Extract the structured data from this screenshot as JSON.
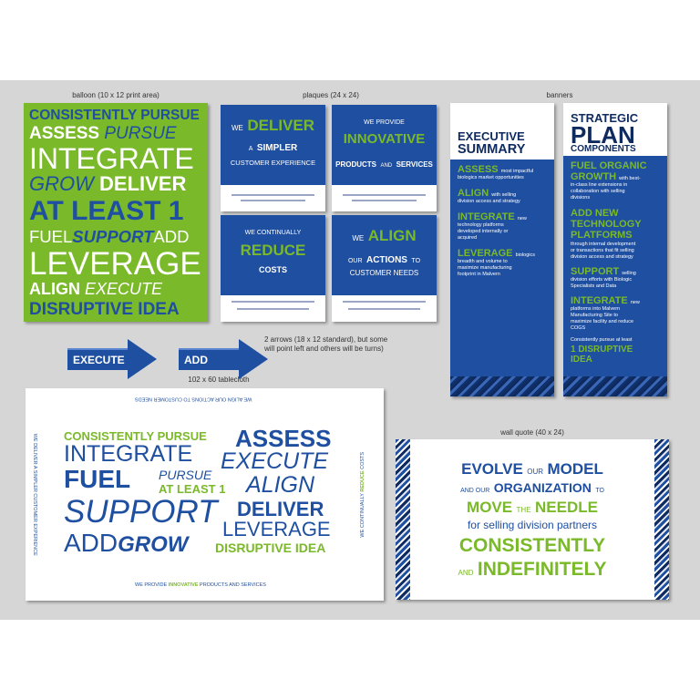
{
  "colors": {
    "blue": "#1f4fa0",
    "green": "#7ab929",
    "board": "#d6d6d6"
  },
  "captions": {
    "balloon": "balloon (10 x 12 print area)",
    "plaques": "plaques (24 x 24)",
    "banners": "banners",
    "arrows": "2 arrows (18 x 12 standard), but some will point left and others will be turns)",
    "tablecloth": "102 x 60 tablecloth",
    "wall": "wall quote (40 x 24)"
  },
  "balloon": {
    "l1": "CONSISTENTLY PURSUE",
    "l2a": "ASSESS",
    "l2b": "PURSUE",
    "l3": "INTEGRATE",
    "l4a": "GROW",
    "l4b": "DELIVER",
    "l5": "AT LEAST 1",
    "l6a": "FUEL",
    "l6b": "SUPPORT",
    "l6c": "ADD",
    "l7": "LEVERAGE",
    "l8a": "ALIGN",
    "l8b": "EXECUTE",
    "l9": "DISRUPTIVE IDEA"
  },
  "plaques": [
    {
      "a": "WE",
      "b": "DELIVER",
      "c": "A",
      "d": "SIMPLER",
      "e": "CUSTOMER EXPERIENCE"
    },
    {
      "a": "WE PROVIDE",
      "b": "INNOVATIVE",
      "c": "PRODUCTS",
      "d": "AND",
      "e": "SERVICES"
    },
    {
      "a": "WE CONTINUALLY",
      "b": "REDUCE",
      "c": "COSTS"
    },
    {
      "a": "WE",
      "b": "ALIGN",
      "c": "OUR",
      "d": "ACTIONS",
      "e": "TO",
      "f": "CUSTOMER NEEDS"
    }
  ],
  "arrows": [
    "EXECUTE",
    "ADD"
  ],
  "banner1": {
    "title1": "EXECUTIVE",
    "title2": "SUMMARY",
    "items": [
      {
        "k": "ASSESS",
        "t1": "most impactful",
        "t2": "biologics market opportunities"
      },
      {
        "k": "ALIGN",
        "t1": "with selling",
        "t2": "division access and strategy"
      },
      {
        "k": "INTEGRATE",
        "t0": "new",
        "t1": "technology platforms",
        "t2": "developed internally or",
        "t3": "acquired"
      },
      {
        "k": "LEVERAGE",
        "t0": "biologics",
        "t1": "breadth and volume to",
        "t2": "maximize manufacturing",
        "t3": "footprint in Malvern"
      }
    ]
  },
  "banner2": {
    "title1": "STRATEGIC",
    "title2": "PLAN",
    "title3": "COMPONENTS",
    "i1k1": "FUEL ORGANIC",
    "i1k2": "GROWTH",
    "i1a": "with best-",
    "i1b": "in-class line extensions in",
    "i1c": "collaboration with selling",
    "i1d": "divisions",
    "i2k1": "ADD NEW",
    "i2k2": "TECHNOLOGY",
    "i2k3": "PLATFORMS",
    "i2a": "through internal development",
    "i2b": "or transactions that fit selling",
    "i2c": "division access and strategy",
    "i3k": "SUPPORT",
    "i3a": "selling",
    "i3b": "division efforts with Biologic",
    "i3c": "Specialists and Data",
    "i4k": "INTEGRATE",
    "i4a": "new",
    "i4b": "platforms into Malvern",
    "i4c": "Manufacturing Site to",
    "i4d": "maximize facility and reduce",
    "i4e": "COGS",
    "i5a": "Consistently pursue at least",
    "i5k1": "1 DISRUPTIVE",
    "i5k2": "IDEA"
  },
  "cloth": {
    "top": "WE ALIGN OUR ACTIONS TO CUSTOMER NEEDS",
    "bottom_a": "WE PROVIDE",
    "bottom_b": "INNOVATIVE",
    "bottom_c": "PRODUCTS AND SERVICES",
    "left": "WE DELIVER A SIMPLER CUSTOMER EXPERIENCE",
    "right_a": "WE CONTINUALLY",
    "right_b": "REDUCE",
    "right_c": "COSTS",
    "w1": "CONSISTENTLY PURSUE",
    "w2": "ASSESS",
    "w3": "INTEGRATE",
    "w4": "EXECUTE",
    "w5": "FUEL",
    "w6": "PURSUE",
    "w7": "AT LEAST 1",
    "w8": "ALIGN",
    "w9": "SUPPORT",
    "w10": "DELIVER",
    "w11": "LEVERAGE",
    "w12": "ADD",
    "w13": "GROW",
    "w14": "DISRUPTIVE IDEA"
  },
  "wall": {
    "a1": "EVOLVE",
    "a2": "OUR",
    "a3": "MODEL",
    "b1": "AND OUR",
    "b2": "ORGANIZATION",
    "b3": "TO",
    "c1": "MOVE",
    "c2": "THE",
    "c3": "NEEDLE",
    "d": "for selling division partners",
    "e": "CONSISTENTLY",
    "f1": "AND",
    "f2": "INDEFINITELY"
  }
}
